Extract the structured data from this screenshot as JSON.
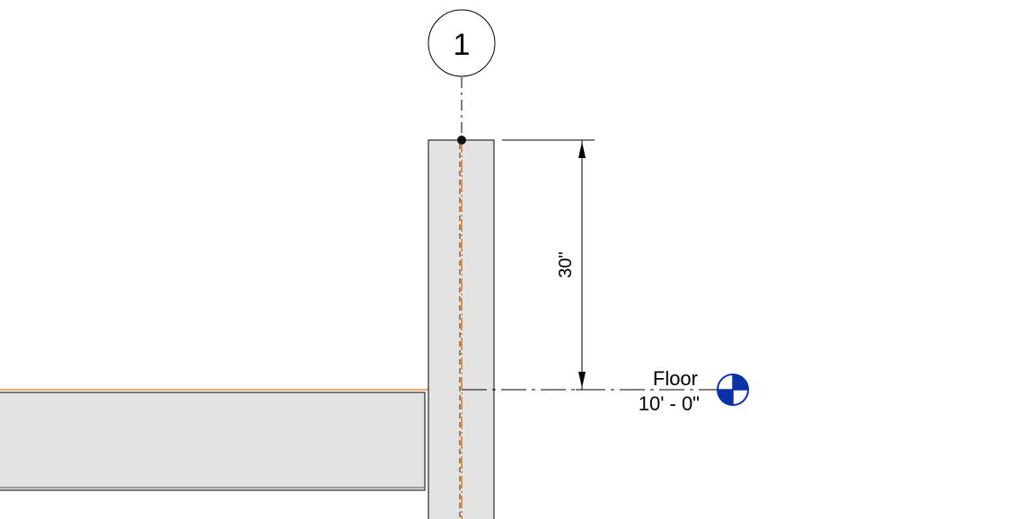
{
  "grid": {
    "label": "1"
  },
  "dimension": {
    "value_text": "30\""
  },
  "level": {
    "name": "Floor",
    "elevation": "10' - 0\""
  },
  "colors": {
    "background": "#ffffff",
    "element_fill": "#e3e3e3",
    "outline": "#000000",
    "centerline": "#f28c38",
    "level_symbol": "#0a32a8"
  },
  "icons": {
    "level": "level-head-icon",
    "grid": "grid-bubble-icon"
  }
}
